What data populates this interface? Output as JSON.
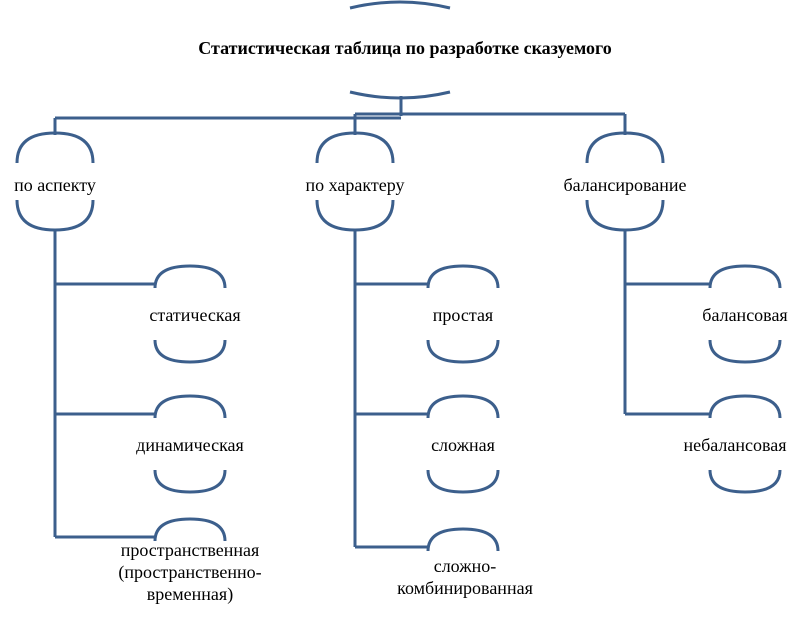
{
  "title": "Статистическая таблица по разработке сказуемого",
  "colors": {
    "line": "#3c5f8c",
    "text": "#000000",
    "background": "#ffffff"
  },
  "categories": [
    {
      "id": "aspect",
      "label": "по аспекту",
      "children": [
        {
          "id": "static",
          "label": "статическая"
        },
        {
          "id": "dynamic",
          "label": "динамическая"
        },
        {
          "id": "spatial",
          "label": "пространственная\n(пространственно-\nвременная)"
        }
      ]
    },
    {
      "id": "character",
      "label": "по характеру",
      "children": [
        {
          "id": "simple",
          "label": "простая"
        },
        {
          "id": "complex",
          "label": "сложная"
        },
        {
          "id": "combined",
          "label": "сложно-\nкомбинированная"
        }
      ]
    },
    {
      "id": "balance",
      "label": "балансирование",
      "children": [
        {
          "id": "balanced",
          "label": "балансовая"
        },
        {
          "id": "unbalanced",
          "label": "небалансовая"
        }
      ]
    }
  ]
}
